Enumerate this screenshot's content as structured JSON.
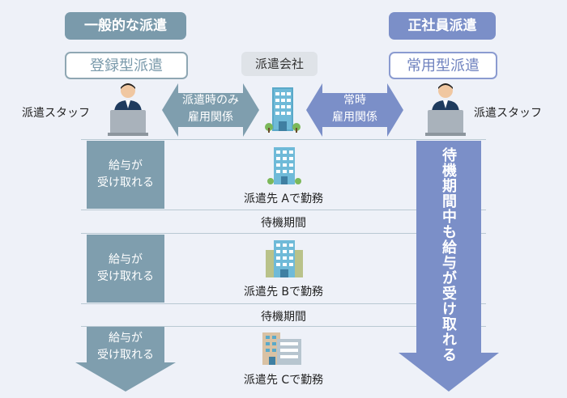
{
  "left": {
    "type_badge": "一般的な派遣",
    "name_badge": "登録型派遣",
    "staff_label": "派遣スタッフ",
    "arrow_text_line1": "派遣時のみ",
    "arrow_text_line2": "雇用関係",
    "pay_line1": "給与が",
    "pay_line2": "受け取れる"
  },
  "center": {
    "company_label": "派遣会社",
    "work_a": "派遣先 Aで勤務",
    "standby_1": "待機期間",
    "work_b": "派遣先 Bで勤務",
    "standby_2": "待機期間",
    "work_c": "派遣先 Cで勤務"
  },
  "right": {
    "type_badge": "正社員派遣",
    "name_badge": "常用型派遣",
    "staff_label": "派遣スタッフ",
    "arrow_text_line1": "常時",
    "arrow_text_line2": "雇用関係",
    "long_arrow_text": "待機期間中も給与が受け取れる"
  },
  "colors": {
    "left_accent": "#7f9eae",
    "right_accent": "#7b8fc8",
    "background": "#eef1f8"
  }
}
